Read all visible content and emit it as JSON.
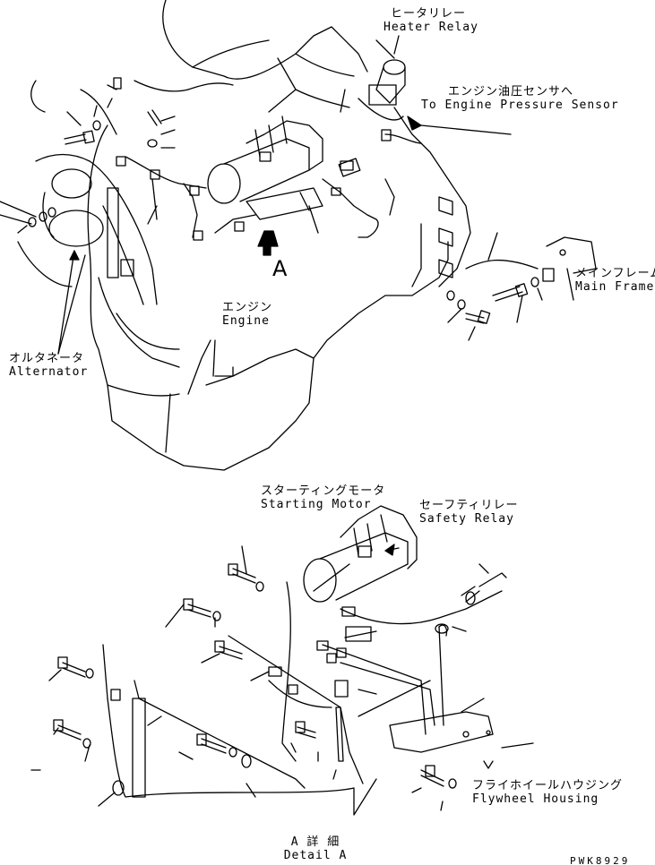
{
  "labels": {
    "heater_relay": {
      "jp": "ヒータリレー",
      "en": "Heater Relay"
    },
    "engine_pressure_sensor": {
      "jp": "エンジン油圧センサへ",
      "en": "To Engine Pressure Sensor"
    },
    "main_frame": {
      "jp": "メインフレーム",
      "en": "Main Frame"
    },
    "engine": {
      "jp": "エンジン",
      "en": "Engine"
    },
    "view_marker": "A",
    "alternator": {
      "jp": "オルタネータ",
      "en": "Alternator"
    },
    "starting_motor": {
      "jp": "スターティングモータ",
      "en": "Starting Motor"
    },
    "safety_relay": {
      "jp": "セーフティリレー",
      "en": "Safety Relay"
    },
    "flywheel_housing": {
      "jp": "フライホイールハウジング",
      "en": "Flywheel Housing"
    },
    "detail": {
      "jp": "A 詳 細",
      "en": "Detail A"
    }
  },
  "drawing_code": "PWK8929",
  "colors": {
    "line": "#000000",
    "background": "#ffffff"
  }
}
